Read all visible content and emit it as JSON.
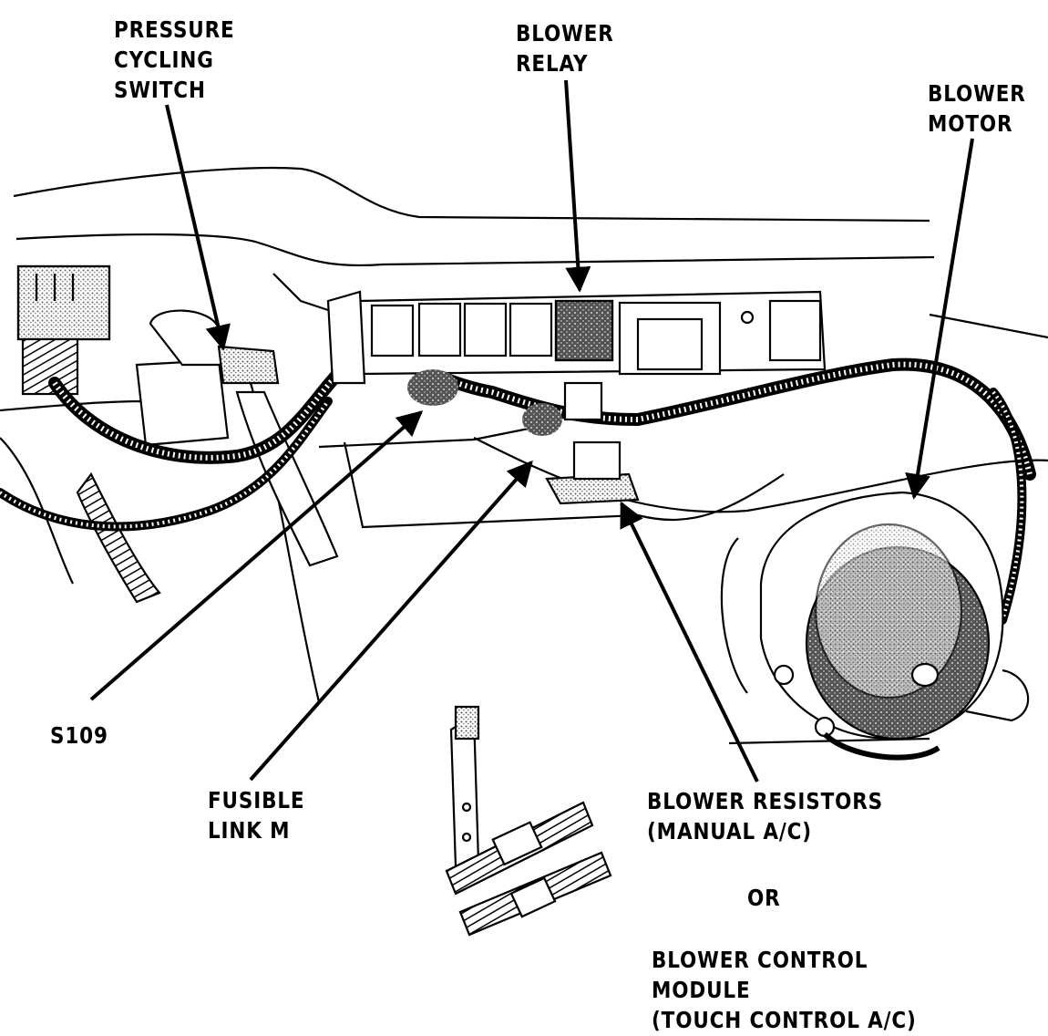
{
  "labels": {
    "pressure_cycling_switch": [
      "PRESSURE",
      "CYCLING",
      "SWITCH"
    ],
    "blower_relay": [
      "BLOWER",
      "RELAY"
    ],
    "blower_motor": [
      "BLOWER",
      "MOTOR"
    ],
    "s109": "S109",
    "fusible_link": [
      "FUSIBLE",
      "LINK M"
    ],
    "blower_resistors": [
      "BLOWER RESISTORS",
      "(MANUAL A/C)"
    ],
    "or": "OR",
    "blower_control_module": [
      "BLOWER CONTROL",
      "MODULE",
      "(TOUCH CONTROL A/C)"
    ]
  },
  "colors": {
    "ink": "#000000",
    "background": "#ffffff",
    "stipple": "#3a3a3a"
  }
}
